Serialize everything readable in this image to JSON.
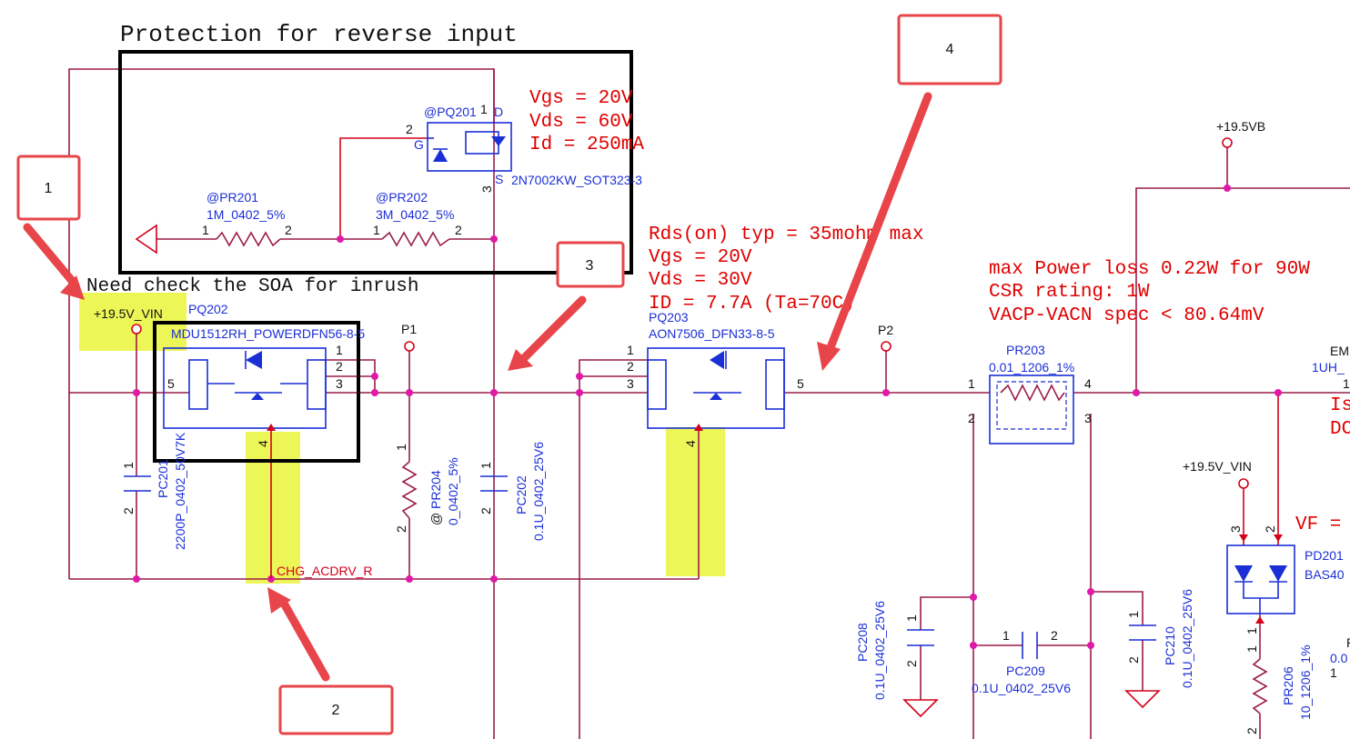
{
  "annotations": {
    "protection_title": "Protection for reverse input",
    "soa_note": "Need check the SOA for inrush",
    "pq201_specs": [
      "Vgs = 20V",
      "Vds = 60V",
      "Id = 250mA"
    ],
    "pq203_specs": [
      "Rds(on) typ = 35mohm max",
      "Vgs = 20V",
      "Vds = 30V",
      "ID = 7.7A (Ta=70C)"
    ],
    "pr203_specs": [
      "max Power loss 0.22W for 90W",
      "CSR rating: 1W",
      "VACP-VACN spec < 80.64mV"
    ],
    "right_edge_red": [
      "Is",
      "DC",
      "VF ="
    ]
  },
  "callouts": [
    "1",
    "2",
    "3",
    "4"
  ],
  "nets": {
    "vin": "+19.5V_VIN",
    "vb": "+19.5VB",
    "vin2": "+19.5V_VIN",
    "chg": "CHG_ACDRV_R",
    "p1": "P1",
    "p2": "P2"
  },
  "components": {
    "pq201": {
      "ref": "@PQ201",
      "part": "2N7002KW_SOT323-3",
      "g": "G",
      "d": "D",
      "s": "S"
    },
    "pr201": {
      "ref": "@PR201",
      "value": "1M_0402_5%"
    },
    "pr202": {
      "ref": "@PR202",
      "value": "3M_0402_5%"
    },
    "pq202": {
      "ref": "PQ202",
      "part": "MDU1512RH_POWERDFN56-8-5"
    },
    "pq203": {
      "ref": "PQ203",
      "part": "AON7506_DFN33-8-5"
    },
    "pc201": {
      "ref": "PC201",
      "value": "2200P_0402_50V7K"
    },
    "pr204": {
      "ref": "PR204",
      "value": "0_0402_5%",
      "at": "@"
    },
    "pc202": {
      "ref": "PC202",
      "value": "0.1U_0402_25V6"
    },
    "pr203": {
      "ref": "PR203",
      "value": "0.01_1206_1%"
    },
    "pc208": {
      "ref": "PC208",
      "value": "0.1U_0402_25V6"
    },
    "pc209": {
      "ref": "PC209",
      "value": "0.1U_0402_25V6"
    },
    "pc210": {
      "ref": "PC210",
      "value": "0.1U_0402_25V6"
    },
    "pd201": {
      "ref": "PD201",
      "part": "BAS40"
    },
    "pr206": {
      "ref": "PR206",
      "value": "10_1206_1%"
    },
    "em_partial": {
      "ref": "EM",
      "value": "1UH_"
    },
    "partial_right": [
      "P",
      "0.0"
    ]
  },
  "pins": {
    "one": "1",
    "two": "2",
    "three": "3",
    "four": "4",
    "five": "5"
  }
}
